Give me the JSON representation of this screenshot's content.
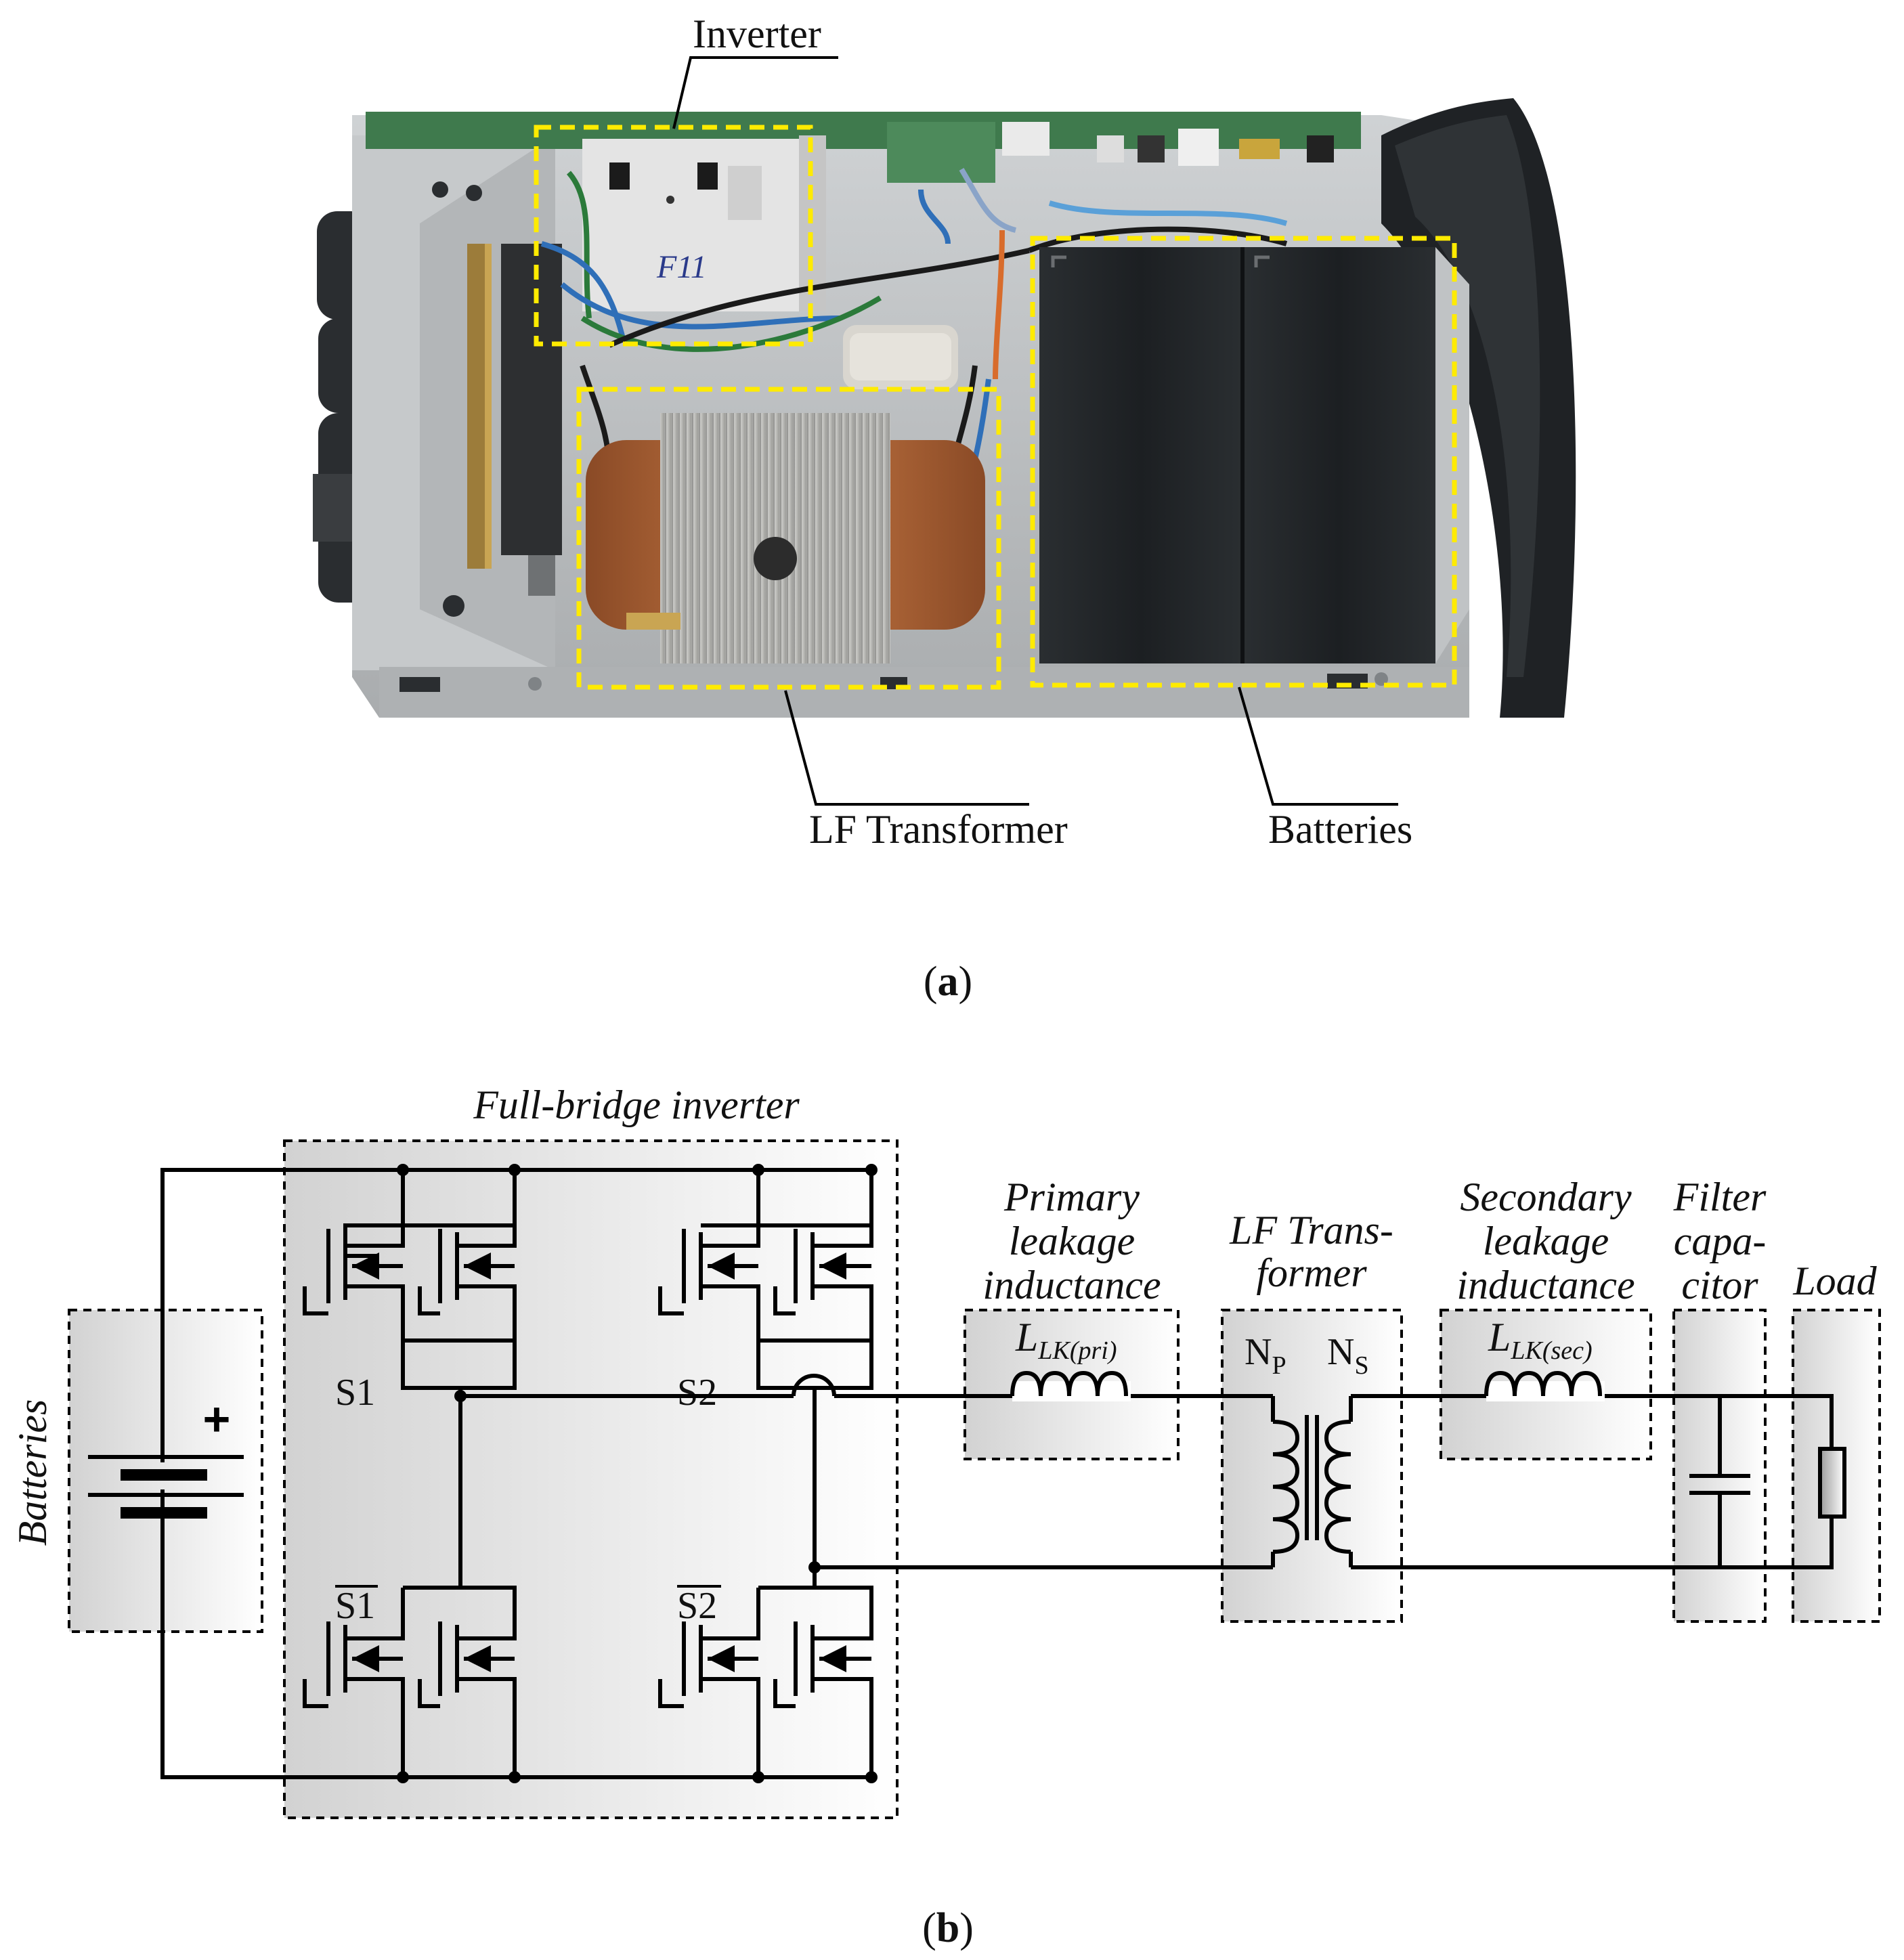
{
  "figure": {
    "panel_a": {
      "caption": "(a)",
      "labels": {
        "inverter": "Inverter",
        "lf_transformer": "LF Transformer",
        "batteries": "Batteries"
      },
      "photo_colors": {
        "chassis": "#b9bcbe",
        "battery": "#1f2326",
        "copper": "#b8683a",
        "core": "#b5b5b2",
        "pcb": "#3f7a4d",
        "highlight": "#ffeb00"
      }
    },
    "panel_b": {
      "caption": "(b)",
      "blocks": {
        "batteries": "Batteries",
        "inverter": "Full-bridge inverter",
        "primary_leak": [
          "Primary",
          "leakage",
          "inductance"
        ],
        "transformer": [
          "LF Trans-",
          "former"
        ],
        "secondary_leak": [
          "Secondary",
          "leakage",
          "inductance"
        ],
        "filter": [
          "Filter",
          "capa-",
          "citor"
        ],
        "load": "Load"
      },
      "switches": {
        "s1": "S1",
        "s2": "S2",
        "s1_bar": "S1",
        "s2_bar": "S2"
      },
      "symbols": {
        "plus": "+",
        "L": "L",
        "lk_pri": "LK(pri)",
        "lk_sec": "LK(sec)",
        "N": "N",
        "P": "P",
        "S": "S"
      }
    }
  }
}
